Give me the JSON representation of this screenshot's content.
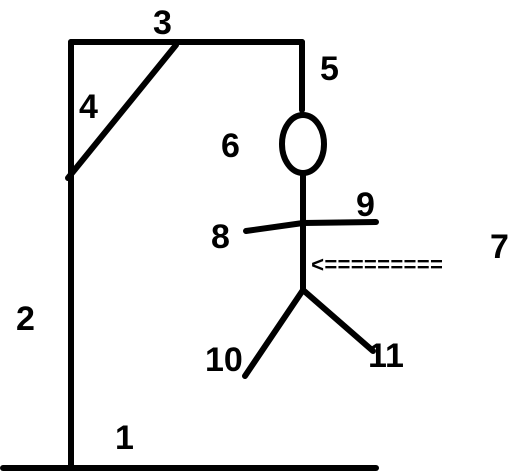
{
  "labels": {
    "base": "1",
    "post": "2",
    "beam": "3",
    "brace": "4",
    "rope": "5",
    "head": "6",
    "body": "7",
    "left_arm": "8",
    "right_arm": "9",
    "left_leg": "10",
    "right_leg": "11"
  },
  "body_arrow": "<=========",
  "colors": {
    "ink": "#000000",
    "background": "#ffffff"
  }
}
